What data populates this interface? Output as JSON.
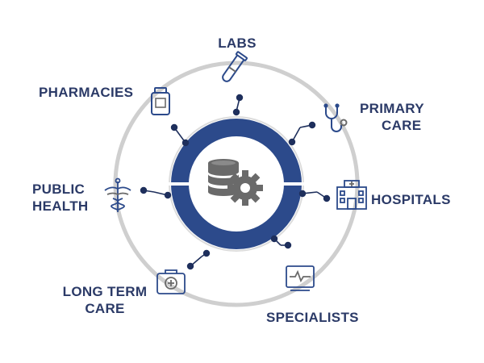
{
  "colors": {
    "navy": "#2b3a67",
    "ring_blue": "#2c4a8b",
    "outer_ring_gray": "#c8c8c8",
    "icon_gray": "#6a6a6a",
    "icon_blue": "#2c4a8b"
  },
  "center": {
    "icon": "database-gear-icon"
  },
  "nodes": [
    {
      "key": "labs",
      "lines": [
        "LABS"
      ],
      "icon": "test-tube-icon"
    },
    {
      "key": "primary-care",
      "lines": [
        "PRIMARY",
        "CARE"
      ],
      "icon": "stethoscope-icon"
    },
    {
      "key": "hospitals",
      "lines": [
        "HOSPITALS"
      ],
      "icon": "hospital-building-icon"
    },
    {
      "key": "specialists",
      "lines": [
        "SPECIALISTS"
      ],
      "icon": "heart-monitor-icon"
    },
    {
      "key": "long-term-care",
      "lines": [
        "LONG TERM",
        "CARE"
      ],
      "icon": "first-aid-kit-icon"
    },
    {
      "key": "public-health",
      "lines": [
        "PUBLIC",
        "HEALTH"
      ],
      "icon": "caduceus-icon"
    },
    {
      "key": "pharmacies",
      "lines": [
        "PHARMACIES"
      ],
      "icon": "medicine-bottle-icon"
    }
  ]
}
